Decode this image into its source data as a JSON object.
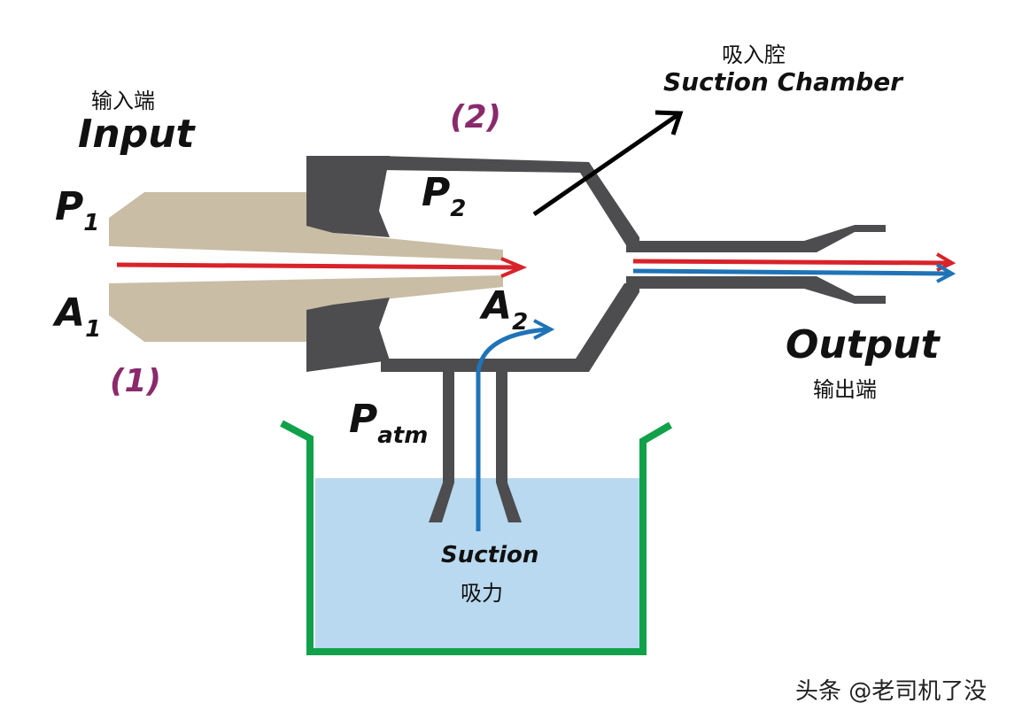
{
  "labels": {
    "input_cn": "输入端",
    "input_en": "Input",
    "p1_main": "P",
    "p1_sub": "1",
    "a1_main": "A",
    "a1_sub": "1",
    "label_1": "(1)",
    "label_2": "(2)",
    "p2_main": "P",
    "p2_sub": "2",
    "a2_main": "A",
    "a2_sub": "2",
    "patm_main": "P",
    "patm_sub": "atm",
    "suction_chamber_cn": "吸入腔",
    "suction_chamber_en": "Suction Chamber",
    "output_en": "Output",
    "output_cn": "输出端",
    "suction_en": "Suction",
    "suction_cn": "吸力",
    "watermark": "头条 @老司机了没"
  },
  "colors": {
    "nozzle": "#c9bda6",
    "body": "#4d4d4f",
    "fluid": "#b8d9ef",
    "tank": "#12a14b",
    "red_flow": "#d8232a",
    "blue_flow": "#1f73b7",
    "number": "#8a2a6c"
  }
}
